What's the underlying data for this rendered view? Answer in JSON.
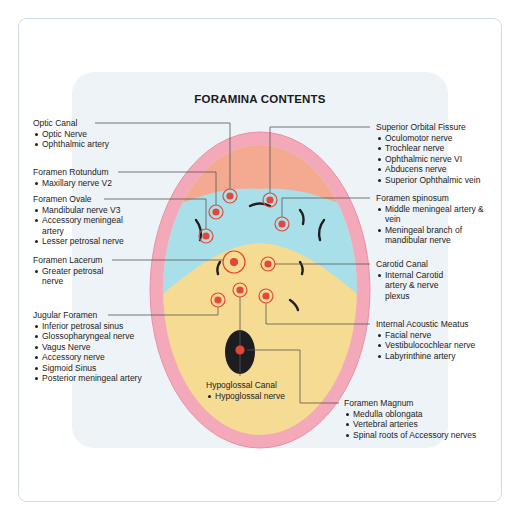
{
  "diagram": {
    "title": "FORAMINA CONTENTS",
    "labels": [
      "Optic Canal",
      "Optic Nerve",
      "Ophthalmic artery",
      "Foramen Rotundum",
      "Maxillary nerve V2",
      "Foramen Ovale",
      "Mandibular nerve V3",
      "Accessory meningeal artery",
      "Lesser petrosal nerve",
      "Foramen Lacerum",
      "Greater petrosal nerve",
      "Jugular Foramen",
      "Inferior petrosal sinus",
      "Glossopharyngeal nerve",
      "Vagus Nerve",
      "Accessory nerve",
      "Sigmoid Sinus",
      "Posterior meningeal artery",
      "Hypoglossal Canal",
      "Hypoglossal nerve",
      "Foramen Magnum",
      "Medulla oblongata",
      "Vertebral arteries",
      "Spinal roots of Accessory nerves",
      "Internal Acoustic Meatus",
      "Facial nerve",
      "Vestibulocochlear nerve",
      "Labyrinthine artery",
      "Carotid Canal",
      "Internal Carotid artery & nerve plexus",
      "Foramen spinosum",
      "Middle meningeal artery & vein",
      "Meningeal branch of mandibular nerve",
      "Superior Orbital Fissure",
      "Oculomotor nerve",
      "Trochlear nerve",
      "Ophthalmic nerve VI",
      "Abducens nerve",
      "Superior Ophthalmic vein"
    ]
  }
}
